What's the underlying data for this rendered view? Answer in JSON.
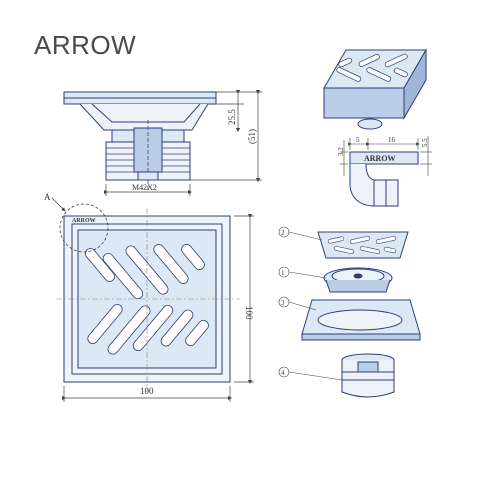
{
  "brand": {
    "name": "ARROW"
  },
  "top_view": {
    "dim_small": "25.5",
    "dim_total": "(51)",
    "thread": "M42X2"
  },
  "front_view": {
    "detail_marker": "A",
    "logo": "ARROW",
    "width": "100",
    "height": "100"
  },
  "detail_view": {
    "logo": "ARROW",
    "dim_left": "5",
    "dim_mid": "16",
    "dim_right": "5.5",
    "dim_height": "3.2"
  },
  "exploded_view": {
    "parts": [
      "2",
      "1",
      "3",
      "4"
    ]
  },
  "colors": {
    "line": "#2c3e7a",
    "fill": "#dde8f5",
    "fill_dark": "#b9cde6",
    "dim": "#444444"
  }
}
